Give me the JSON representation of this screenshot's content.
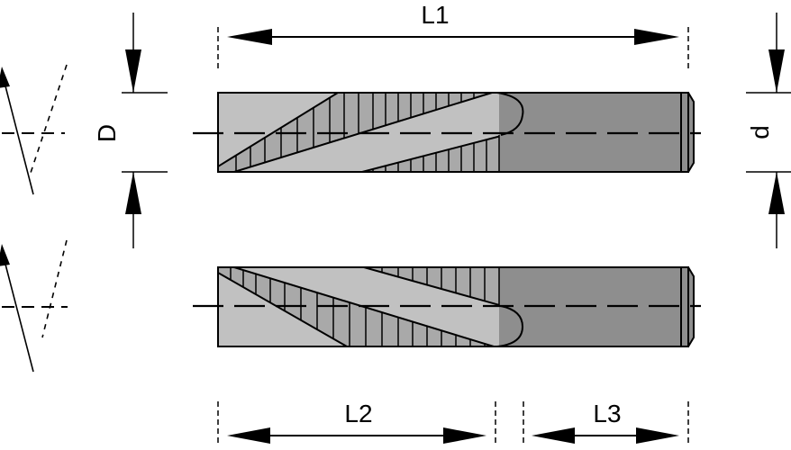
{
  "dimensions": {
    "overall_length": "L1",
    "flute_length": "L2",
    "shank_length": "L3",
    "cutting_diameter": "D",
    "shank_diameter": "d"
  },
  "colors": {
    "body": "#a9a9a9",
    "flute": "#c1c1c1",
    "shank": "#8e8e8e",
    "outline": "#000000"
  }
}
